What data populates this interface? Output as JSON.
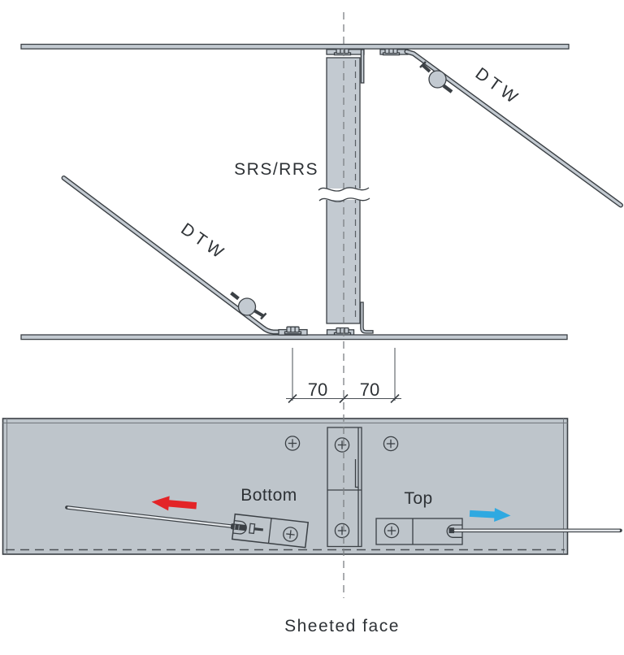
{
  "diagram": {
    "labels": {
      "srs_rrs": "SRS/RRS",
      "dtw_left": "DTW",
      "dtw_right": "DTW",
      "bottom": "Bottom",
      "top": "Top",
      "sheeted_face": "Sheeted face"
    },
    "dimension_values": [
      "70",
      "70"
    ],
    "arrows": [
      {
        "name": "bottom-direction-arrow",
        "direction": "left",
        "color": "#e32427"
      },
      {
        "name": "top-direction-arrow",
        "direction": "right",
        "color": "#2fa9e1"
      }
    ],
    "colors": {
      "outline": "#3b4045",
      "metal_fill": "#c3cad1",
      "panel_fill": "#bec5cb",
      "rod_fill": "#e4e7ea",
      "red_arrow": "#e32427",
      "blue_arrow": "#2fa9e1",
      "centerline": "#7c8084",
      "text": "#2e3236"
    },
    "icons": {
      "screw_head": "circle-with-cross",
      "hex_bolt": "ribbed-rectangle",
      "tensioner": "circle-with-bolt"
    }
  }
}
